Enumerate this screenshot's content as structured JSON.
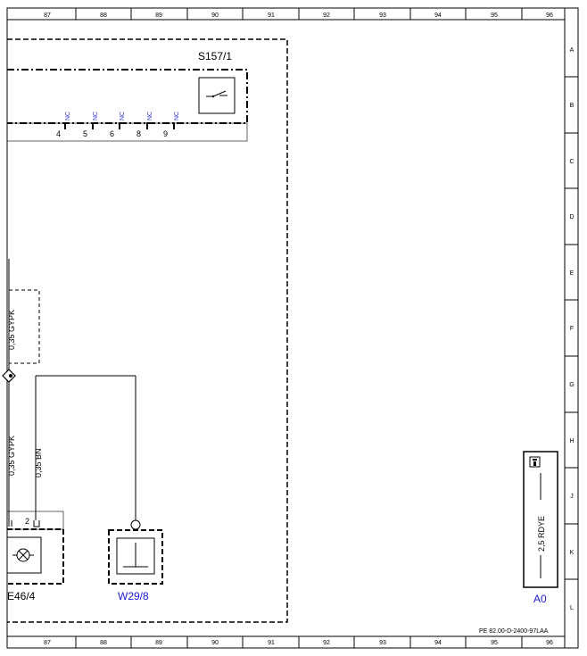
{
  "ruler": {
    "columns": [
      "87",
      "88",
      "89",
      "90",
      "91",
      "92",
      "93",
      "94",
      "95",
      "96"
    ],
    "rows": [
      "A",
      "B",
      "C",
      "D",
      "E",
      "F",
      "G",
      "H",
      "J",
      "K",
      "L"
    ]
  },
  "components": {
    "switch_module": {
      "id": "S157/1",
      "pins": [
        "4",
        "5",
        "6",
        "8",
        "9"
      ],
      "nc_label": "NC"
    },
    "lamp": {
      "id": "E46/4",
      "pin": "2"
    },
    "ground": {
      "id": "W29/8"
    },
    "a0": {
      "id": "A0",
      "wire": "2,5 RDYE"
    }
  },
  "wires": {
    "gypk_top": "0,35 GYPK",
    "gypk_bottom": "0,35 GYPK",
    "bn": "0,35 BN"
  },
  "footer": {
    "drawing_number": "PE 82.00-D-2400-97LAA"
  },
  "colors": {
    "line": "#000000",
    "blue_label": "#1a1ad6",
    "nc_label": "#2a2acf"
  }
}
